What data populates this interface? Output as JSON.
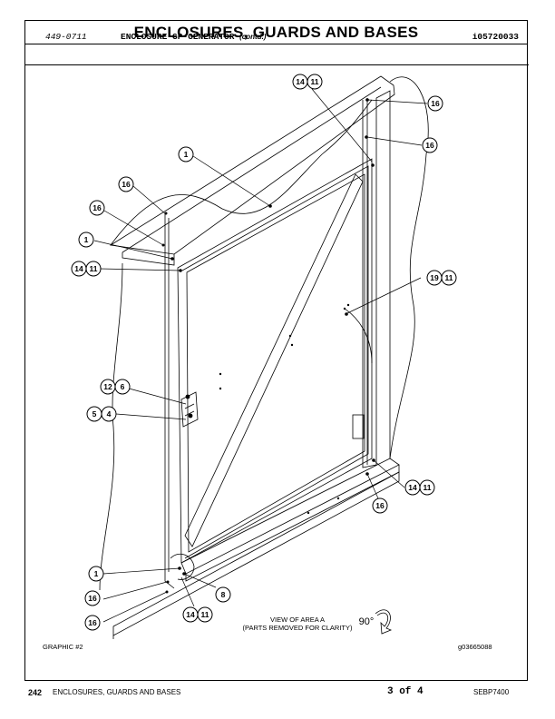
{
  "header": {
    "title": "ENCLOSURES, GUARDS AND BASES",
    "part_number": "449-0711",
    "part_name": "ENCLOSURE GP-GENERATOR",
    "contd": "(contd.)",
    "illustration_id": "i05720033"
  },
  "callouts": [
    {
      "id": "c1",
      "label": "14",
      "label2": "11"
    },
    {
      "id": "c2",
      "label": "16"
    },
    {
      "id": "c3",
      "label": "16"
    },
    {
      "id": "c4",
      "label": "1"
    },
    {
      "id": "c5",
      "label": "16"
    },
    {
      "id": "c6",
      "label": "16"
    },
    {
      "id": "c7",
      "label": "1"
    },
    {
      "id": "c8",
      "label": "14",
      "label2": "11"
    },
    {
      "id": "c9",
      "label": "19",
      "label2": "11"
    },
    {
      "id": "c10",
      "label": "12",
      "label2": "6"
    },
    {
      "id": "c11",
      "label": "5",
      "label2": "4"
    },
    {
      "id": "c12",
      "label": "14",
      "label2": "11"
    },
    {
      "id": "c13",
      "label": "16"
    },
    {
      "id": "c14",
      "label": "1"
    },
    {
      "id": "c15",
      "label": "8"
    },
    {
      "id": "c16",
      "label": "16"
    },
    {
      "id": "c17",
      "label": "16"
    },
    {
      "id": "c18",
      "label": "14",
      "label2": "11"
    }
  ],
  "view_label": {
    "line1": "VIEW OF AREA  A",
    "line2": "(PARTS REMOVED FOR CLARITY)",
    "rotation": "90°"
  },
  "graphic_label": "GRAPHIC #2",
  "graphic_id": "g03665088",
  "footer": {
    "page_number": "242",
    "section": "ENCLOSURES, GUARDS AND BASES",
    "page_of": "3  of  4",
    "doc_id": "SEBP7400"
  }
}
